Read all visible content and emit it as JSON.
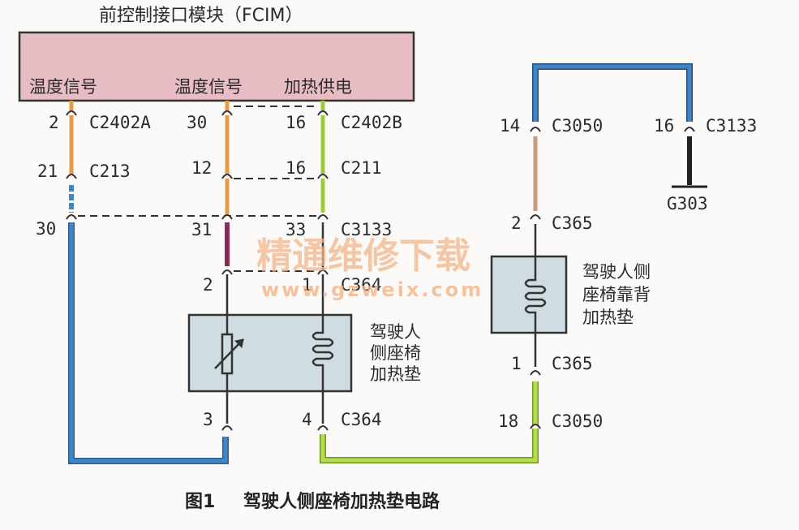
{
  "module": {
    "title": "前控制接口模块（FCIM）",
    "pin_labels": [
      "温度信号",
      "温度信号",
      "加热供电"
    ]
  },
  "connectors": {
    "c1": {
      "pin": "2",
      "name": "C2402A"
    },
    "c2": {
      "pin": "21",
      "name": "C213"
    },
    "c3": {
      "pin": "30"
    },
    "c4": {
      "pin": "30",
      "name": ""
    },
    "c5": {
      "pin": "12"
    },
    "c6": {
      "pin": "31"
    },
    "c7": {
      "pin": "2"
    },
    "c8": {
      "pin": "16",
      "name": "C2402B"
    },
    "c9": {
      "pin": "16",
      "name": "C211"
    },
    "c10": {
      "pin": "33",
      "name": "C3133"
    },
    "c11": {
      "pin": "1",
      "name": "C364"
    },
    "c12": {
      "pin": "3"
    },
    "c13": {
      "pin": "4",
      "name": "C364"
    },
    "c14": {
      "pin": "14",
      "name": "C3050"
    },
    "c15": {
      "pin": "2",
      "name": "C365"
    },
    "c16": {
      "pin": "1",
      "name": "C365"
    },
    "c17": {
      "pin": "18",
      "name": "C3050"
    },
    "c18": {
      "pin": "16",
      "name": "C3133"
    }
  },
  "ground": {
    "name": "G303"
  },
  "seat_heater": {
    "label_lines": [
      "驾驶人",
      "侧座椅",
      "加热垫"
    ]
  },
  "back_heater": {
    "label_lines": [
      "驾驶人侧",
      "座椅靠背",
      "加热垫"
    ]
  },
  "watermark": {
    "line1": "精通维修下载",
    "line2": "www.gzweix.com"
  },
  "caption": {
    "number": "图1",
    "text": "驾驶人侧座椅加热垫电路"
  },
  "colors": {
    "module_fill": "#e8bcc3",
    "heater_fill": "#cfdde3",
    "wire_blue": "#3f86c2",
    "wire_orange": "#e39a4c",
    "wire_purple": "#8b2b57",
    "wire_green": "#9ccc3e",
    "wire_black": "#333333",
    "watermark": "#f2b487"
  }
}
